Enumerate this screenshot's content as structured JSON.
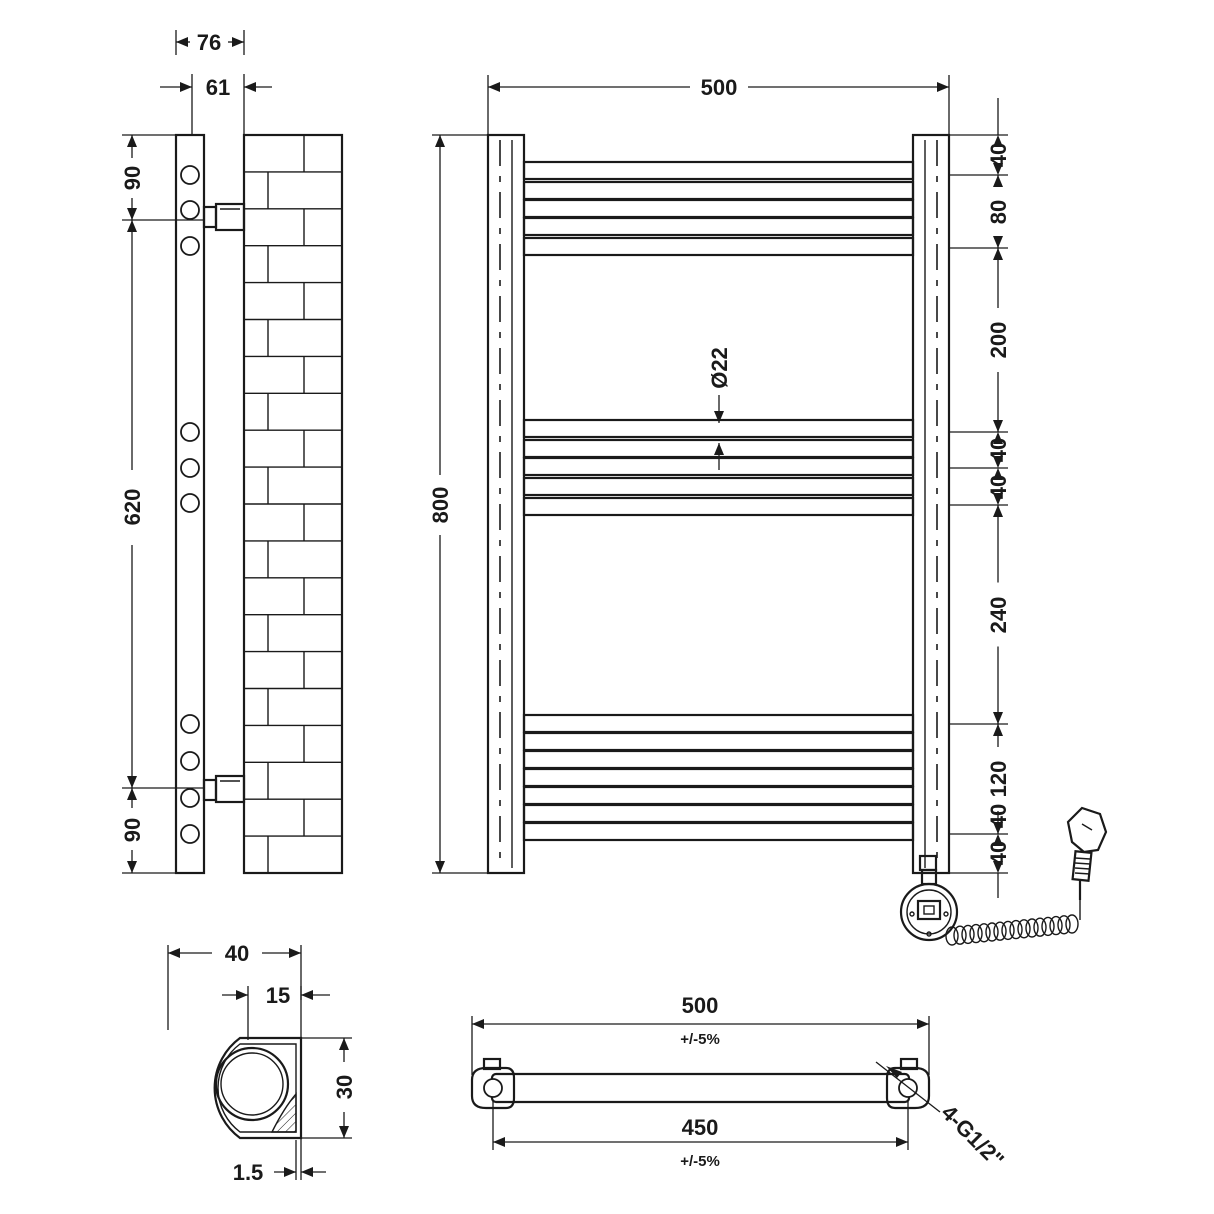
{
  "side_view": {
    "depth_total": "76",
    "depth_inner": "61",
    "dim_top": "90",
    "dim_middle": "620",
    "dim_bottom": "90"
  },
  "front_view": {
    "width": "500",
    "height": "800",
    "tube_diameter": "Ø22",
    "right_dims": [
      "40",
      "80",
      "200",
      "40",
      "40",
      "240",
      "120",
      "40",
      "40"
    ]
  },
  "section_view": {
    "width": "40",
    "pipe": "15",
    "height": "30",
    "wall": "1.5"
  },
  "bottom_view": {
    "overall_width": "500",
    "overall_tolerance": "+/-5%",
    "centres": "450",
    "centres_tolerance": "+/-5%",
    "connections": "4-G1/2\""
  }
}
